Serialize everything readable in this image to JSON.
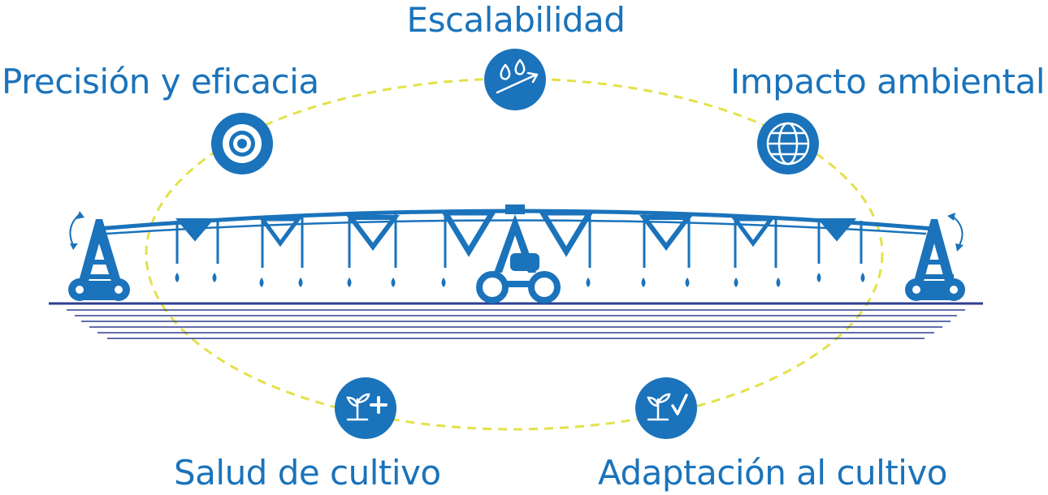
{
  "colors": {
    "accent": "#1a73bb",
    "ellipse": "#e3e14a",
    "ground": "#2f3f8f",
    "background": "#ffffff"
  },
  "labels": {
    "escalabilidad": "Escalabilidad",
    "precision": "Precisión y eficacia",
    "impacto": "Impacto ambiental",
    "salud": "Salud de cultivo",
    "adaptacion": "Adaptación al cultivo"
  },
  "icons": {
    "escalabilidad": "water-drops-arrow-icon",
    "precision": "target-icon",
    "impacto": "globe-icon",
    "salud": "sprout-plus-icon",
    "adaptacion": "sprout-check-icon"
  }
}
